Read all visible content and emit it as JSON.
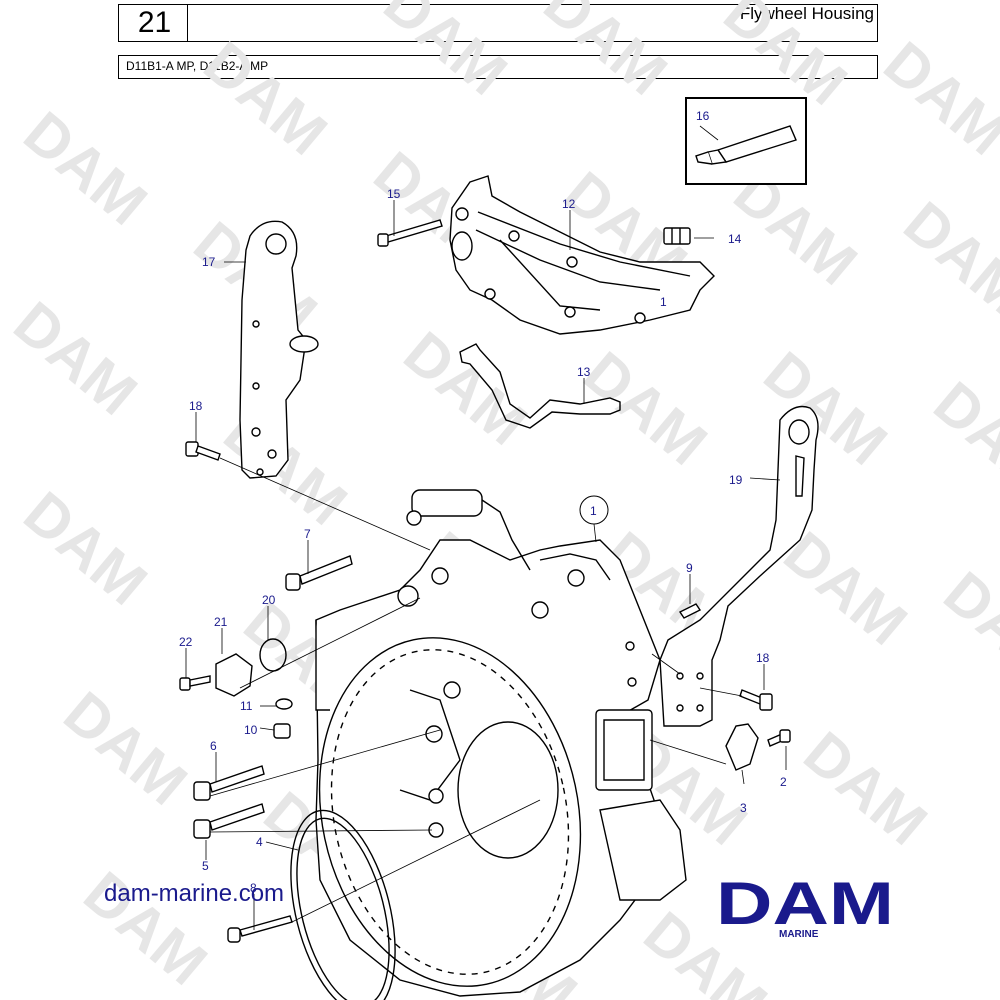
{
  "header": {
    "sheet_number": "21",
    "title": "Flywheel Housing",
    "models": "D11B1-A MP, D11B2-A MP"
  },
  "watermark": {
    "text": "DAM"
  },
  "callouts": {
    "p1": "1",
    "p1b": "1",
    "p2": "2",
    "p3": "3",
    "p4": "4",
    "p5": "5",
    "p6": "6",
    "p7": "7",
    "p8": "8",
    "p9": "9",
    "p10": "10",
    "p11": "11",
    "p12": "12",
    "p13": "13",
    "p14": "14",
    "p15": "15",
    "p16": "16",
    "p17": "17",
    "p18a": "18",
    "p18b": "18",
    "p19": "19",
    "p20": "20",
    "p21": "21",
    "p22": "22"
  },
  "footer": {
    "website": "dam-marine.com",
    "logo_text": "DAM",
    "logo_subtext": "MARINE"
  },
  "colors": {
    "label": "#1a1a8c",
    "logo": "#1a1a8c",
    "watermark": "#e6e6e6"
  }
}
